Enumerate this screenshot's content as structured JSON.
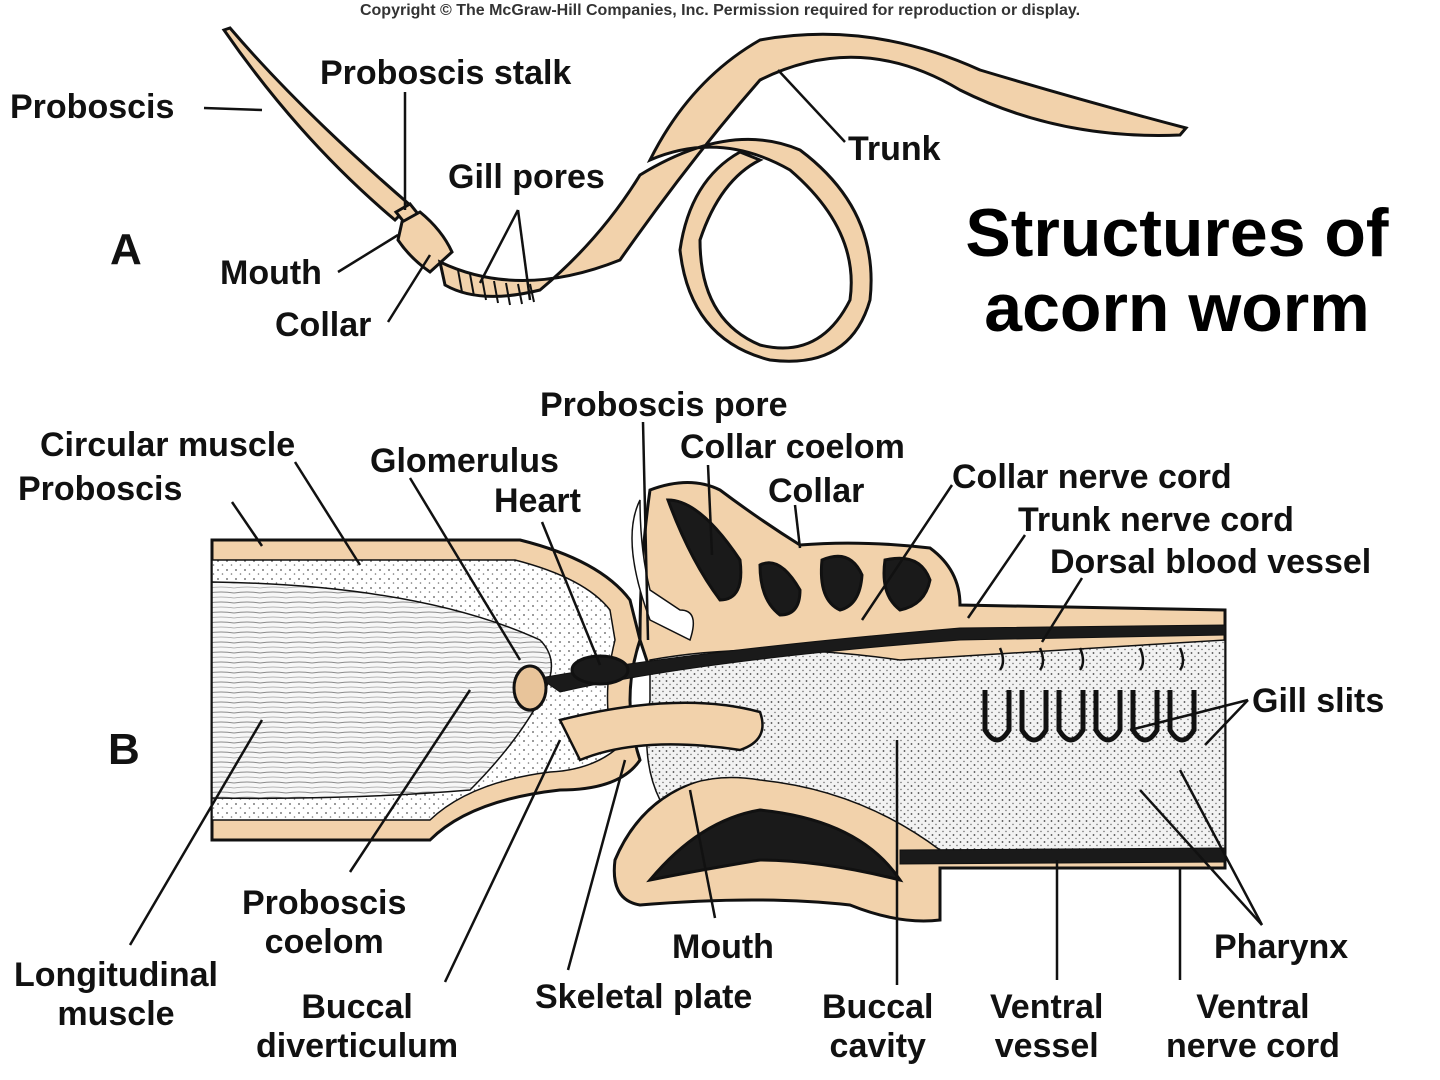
{
  "copyright": "Copyright © The McGraw-Hill Companies, Inc. Permission required for reproduction or display.",
  "title": {
    "line1": "Structures of",
    "line2": "acorn worm"
  },
  "panels": {
    "a": "A",
    "b": "B"
  },
  "labels_a": {
    "proboscis": "Proboscis",
    "proboscis_stalk": "Proboscis stalk",
    "gill_pores": "Gill pores",
    "trunk": "Trunk",
    "mouth": "Mouth",
    "collar": "Collar"
  },
  "labels_b": {
    "proboscis_pore": "Proboscis pore",
    "circular_muscle": "Circular muscle",
    "proboscis": "Proboscis",
    "glomerulus": "Glomerulus",
    "heart": "Heart",
    "collar_coelom": "Collar coelom",
    "collar": "Collar",
    "collar_nerve_cord": "Collar nerve cord",
    "trunk_nerve_cord": "Trunk nerve cord",
    "dorsal_blood_vessel": "Dorsal blood vessel",
    "gill_slits": "Gill slits",
    "pharynx": "Pharynx",
    "proboscis_coelom_1": "Proboscis",
    "proboscis_coelom_2": "coelom",
    "longitudinal_muscle_1": "Longitudinal",
    "longitudinal_muscle_2": "muscle",
    "mouth": "Mouth",
    "skeletal_plate": "Skeletal plate",
    "buccal_diverticulum_1": "Buccal",
    "buccal_diverticulum_2": "diverticulum",
    "buccal_cavity_1": "Buccal",
    "buccal_cavity_2": "cavity",
    "ventral_vessel_1": "Ventral",
    "ventral_vessel_2": "vessel",
    "ventral_nerve_cord_1": "Ventral",
    "ventral_nerve_cord_2": "nerve cord"
  },
  "colors": {
    "tissue": "#f2d2ab",
    "outline": "#111111",
    "muscle": "#f4f4f4",
    "stipple": "#e8e8e8",
    "cavity": "#1a1a1a"
  }
}
